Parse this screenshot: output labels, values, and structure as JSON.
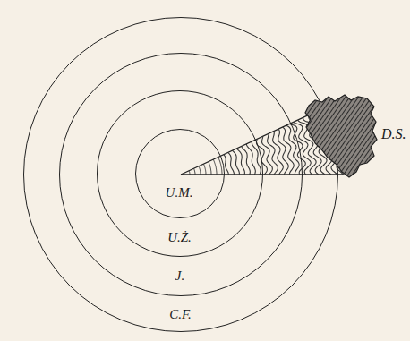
{
  "diagram": {
    "nodes": [
      {
        "text": [
          "C.F."
        ]
      },
      {
        "text": [
          "J."
        ],
        "in": 0
      },
      {
        "text": [
          "U.Ż."
        ],
        "in": 1
      },
      {
        "text": [
          "U.M."
        ],
        "in": 2
      },
      {
        "text": [
          "D.S."
        ]
      }
    ]
  }
}
